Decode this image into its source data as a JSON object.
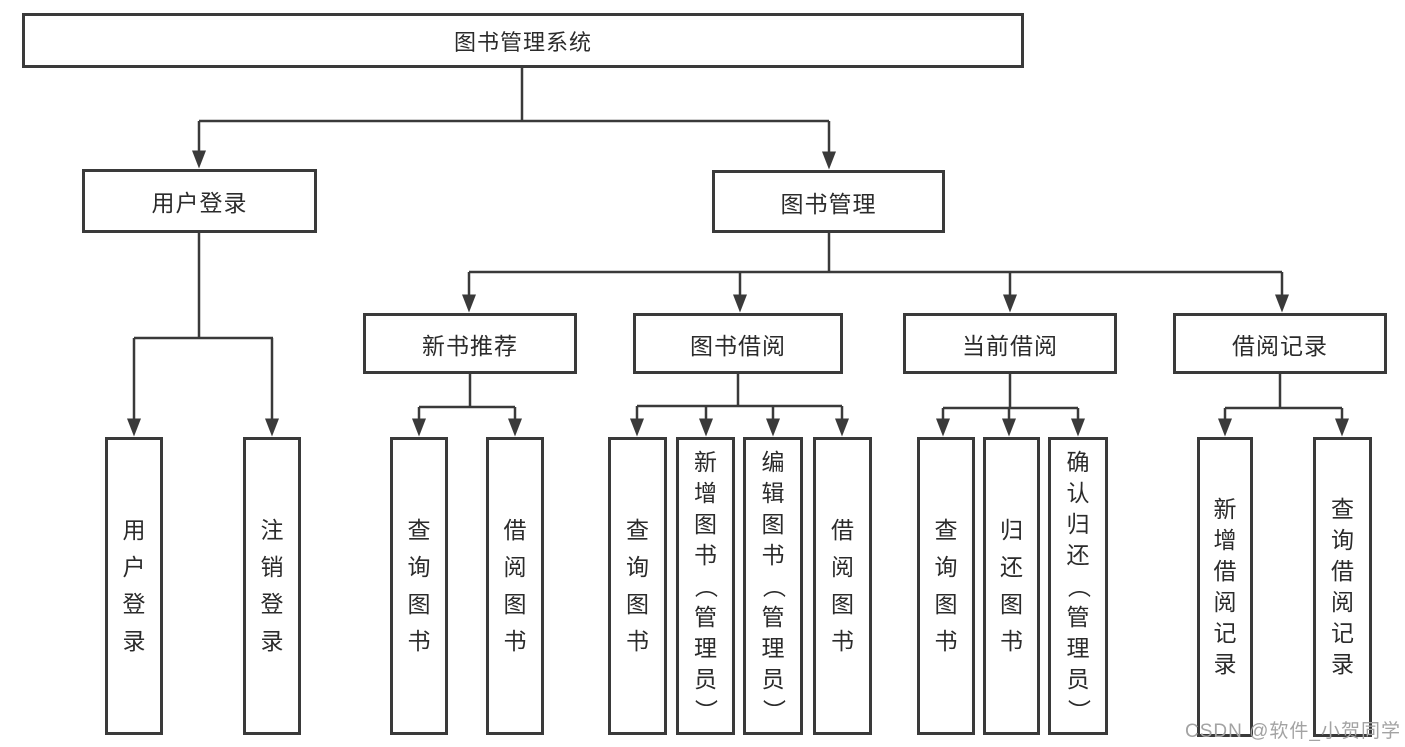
{
  "diagram": {
    "title": "图书管理系统",
    "root": {
      "label": "图书管理系统"
    },
    "level2": [
      {
        "id": "user-login",
        "label": "用户登录"
      },
      {
        "id": "book-management",
        "label": "图书管理"
      }
    ],
    "level3": [
      {
        "id": "new-book-recommend",
        "label": "新书推荐"
      },
      {
        "id": "book-borrow",
        "label": "图书借阅"
      },
      {
        "id": "current-borrow",
        "label": "当前借阅"
      },
      {
        "id": "borrow-record",
        "label": "借阅记录"
      }
    ],
    "leaves": {
      "user_login": [
        "用户登录",
        "注销登录"
      ],
      "new_book": [
        "查询图书",
        "借阅图书"
      ],
      "book_borrow": [
        "查询图书",
        "新增图书（管理员）",
        "编辑图书（管理员）",
        "借阅图书"
      ],
      "current_borrow": [
        "查询图书",
        "归还图书",
        "确认归还（管理员）"
      ],
      "borrow_record": [
        "新增借阅记录",
        "查询借阅记录"
      ]
    }
  },
  "watermark": {
    "text": "CSDN @软件_小贺同学",
    "color": "#a3a3a3"
  },
  "colors": {
    "line": "#3a3a3a",
    "text": "#2b2b2b",
    "background": "#ffffff"
  }
}
